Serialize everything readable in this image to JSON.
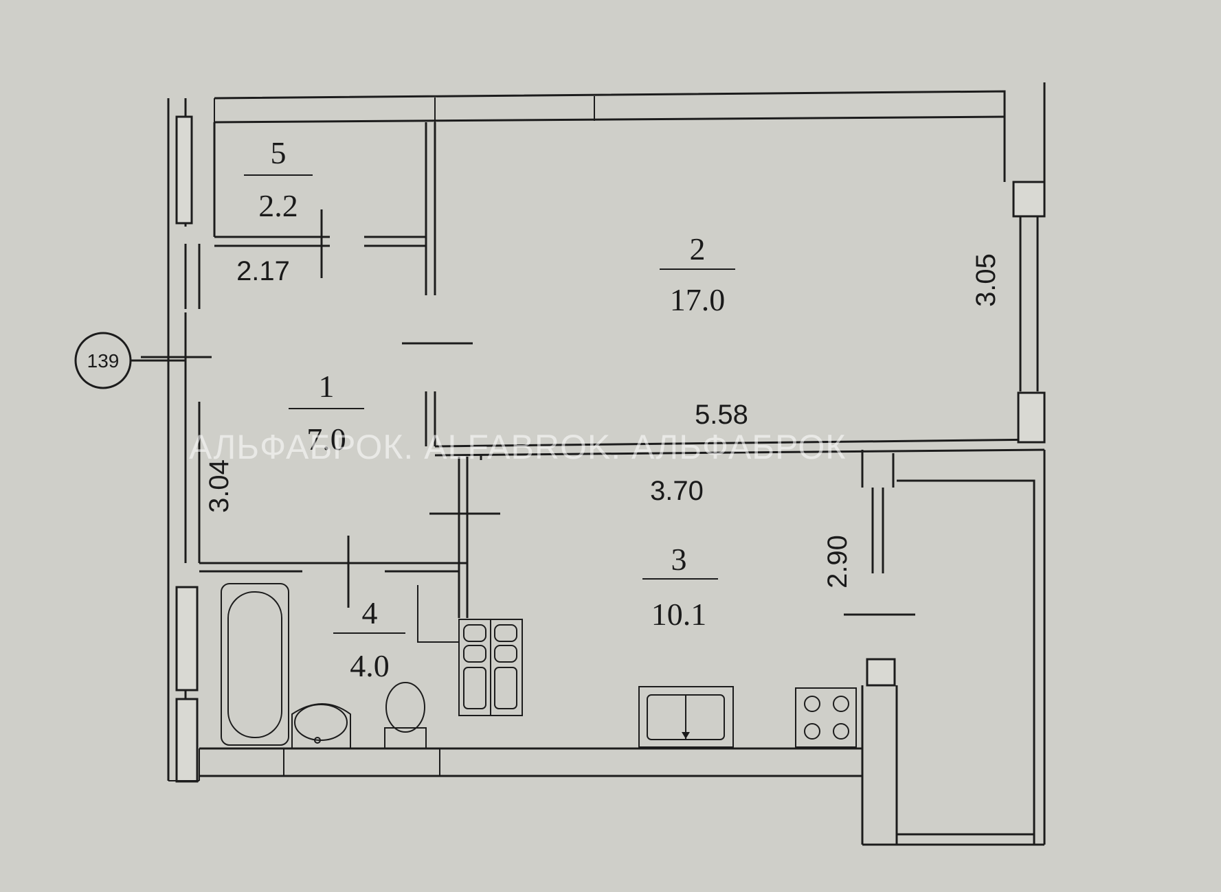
{
  "rooms": [
    {
      "number": "1",
      "area": "7.0"
    },
    {
      "number": "2",
      "area": "17.0"
    },
    {
      "number": "3",
      "area": "10.1"
    },
    {
      "number": "4",
      "area": "4.0"
    },
    {
      "number": "5",
      "area": "2.2"
    }
  ],
  "dimensions": {
    "corridor_width": "2.17",
    "corridor_length": "3.04",
    "room_length": "5.58",
    "room_width": "3.05",
    "kitchen_length": "3.70",
    "kitchen_width": "2.90"
  },
  "axis_marker": "139",
  "watermark": "АЛЬФАБРОК. ALFABROK. АЛЬФАБРОК"
}
